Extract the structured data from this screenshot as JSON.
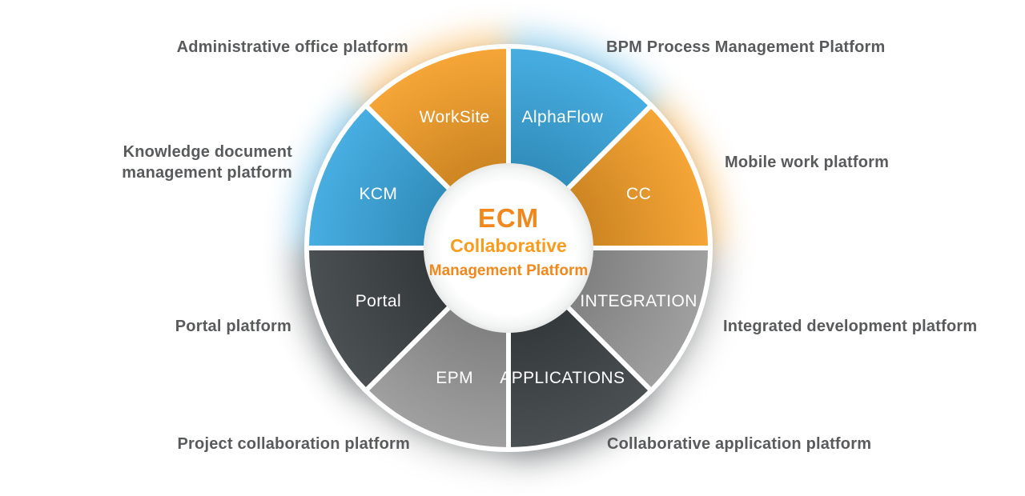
{
  "title": "ECM Collaborative Management Platform diagram",
  "colors": {
    "blue": "#3CA9E0",
    "orange": "#F5A02A",
    "dark": "#3F4548",
    "gray": "#9A9A9A",
    "center_line1": "#F1871D",
    "center_line2": "#F89C20",
    "center_line3": "#F0881C",
    "outer_label": "#595A5C"
  },
  "center": {
    "line1": "ECM",
    "line2": "Collaborative",
    "line3": "Management Platform"
  },
  "wheel": {
    "segments": [
      {
        "label": "AlphaFlow",
        "color_role": "blue"
      },
      {
        "label": "CC",
        "color_role": "orange"
      },
      {
        "label": "INTEGRATION",
        "color_role": "gray"
      },
      {
        "label": "APPLICATIONS",
        "color_role": "dark"
      },
      {
        "label": "EPM",
        "color_role": "gray"
      },
      {
        "label": "Portal",
        "color_role": "dark"
      },
      {
        "label": "KCM",
        "color_role": "blue"
      },
      {
        "label": "WorkSite",
        "color_role": "orange"
      }
    ]
  },
  "outer_labels": [
    {
      "id": "administrative",
      "text": "Administrative office platform"
    },
    {
      "id": "bpm",
      "text": "BPM Process Management Platform"
    },
    {
      "id": "knowledge",
      "text": "Knowledge document management platform"
    },
    {
      "id": "mobile",
      "text": "Mobile work platform"
    },
    {
      "id": "portal",
      "text": "Portal platform"
    },
    {
      "id": "integrated",
      "text": "Integrated development platform"
    },
    {
      "id": "project",
      "text": "Project collaboration platform"
    },
    {
      "id": "collaborative",
      "text": "Collaborative application platform"
    }
  ]
}
